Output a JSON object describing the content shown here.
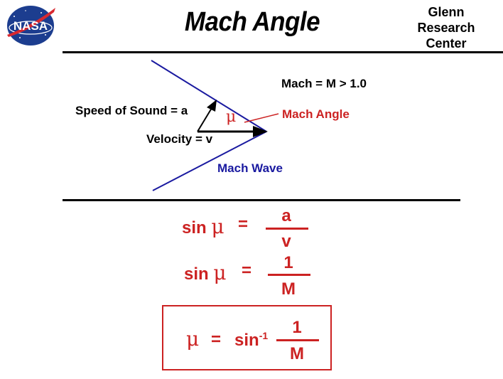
{
  "header": {
    "title": "Mach  Angle",
    "logo_text": "NASA",
    "center_line1": "Glenn",
    "center_line2": "Research",
    "center_line3": "Center"
  },
  "diagram": {
    "mach_condition": "Mach = M  > 1.0",
    "speed_of_sound": "Speed of  Sound =  a",
    "velocity": "Velocity = v",
    "mach_angle": "Mach  Angle",
    "mach_wave": "Mach  Wave",
    "mu": "μ"
  },
  "equations": {
    "eq1_lhs": "sin",
    "eq1_mu": "μ",
    "eq1_equals": "=",
    "eq1_num": "a",
    "eq1_den": "v",
    "eq2_lhs": "sin",
    "eq2_mu": "μ",
    "eq2_equals": "=",
    "eq2_num": "1",
    "eq2_den": "M",
    "eq3_mu": "μ",
    "eq3_equals": "=",
    "eq3_sin": "sin",
    "eq3_exp": "-1",
    "eq3_num": "1",
    "eq3_den": "M"
  },
  "colors": {
    "red": "#cc2222",
    "blue": "#1a1aa0",
    "nasa_blue": "#1c3d8f",
    "nasa_red": "#d8282f"
  }
}
